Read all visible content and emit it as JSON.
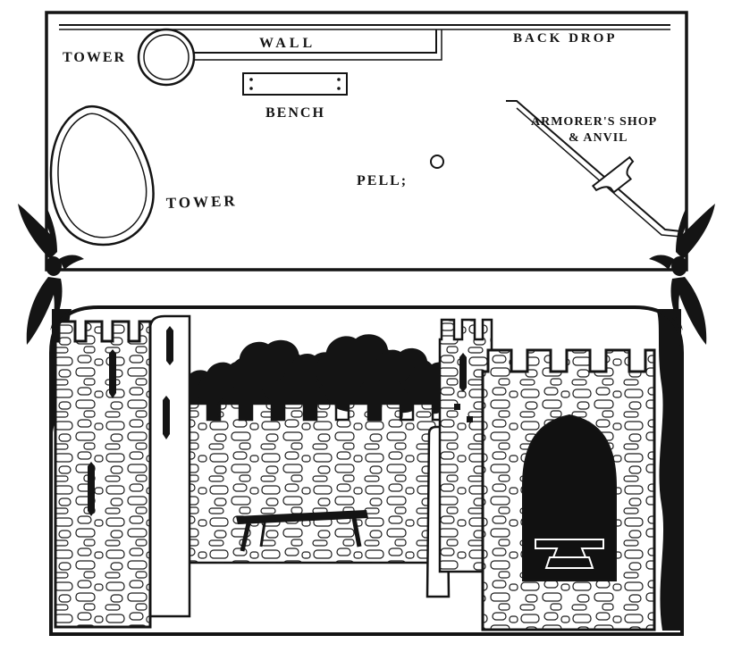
{
  "figure": {
    "type": "castle stage-set diagram (plan view above, perspective view below)",
    "plan": {
      "backdrop_label": "BACK DROP",
      "tower_top_label": "TOWER",
      "wall_label": "WALL",
      "bench_label": "BENCH",
      "tower_left_label": "TOWER",
      "pell_label": "PELL;",
      "armorers_shop_label_line1": "ARMORER'S SHOP",
      "armorers_shop_label_line2": "& ANVIL"
    }
  },
  "colors": {
    "ink": "#141414",
    "paper": "#ffffff"
  }
}
